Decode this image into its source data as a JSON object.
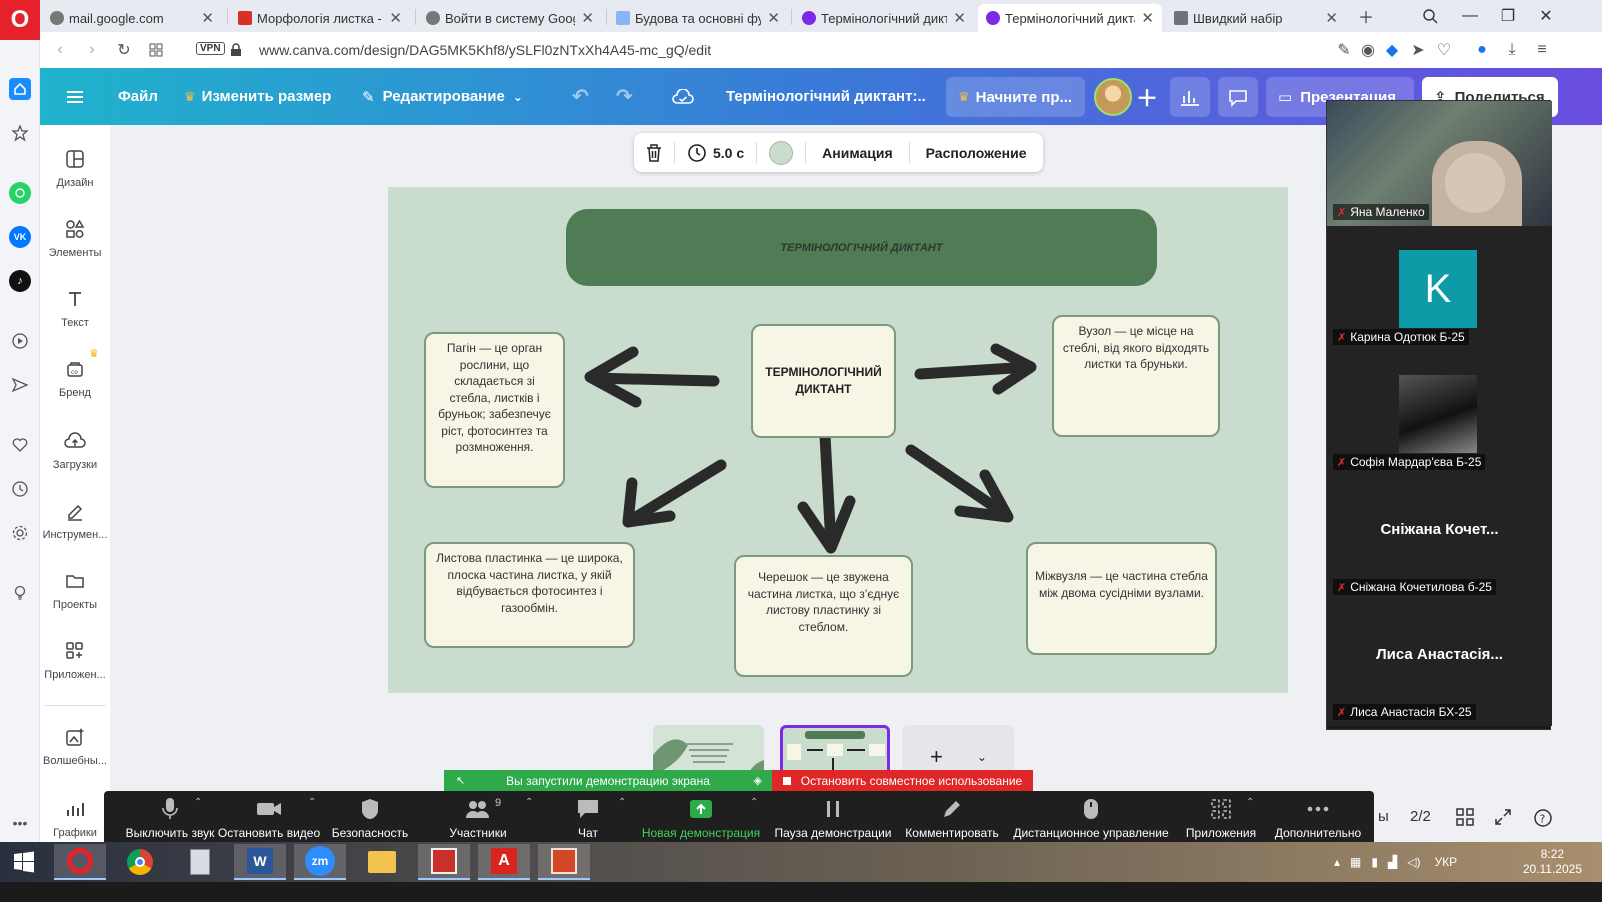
{
  "browser": {
    "tabs": [
      {
        "label": "mail.google.com",
        "favicon": "globe-icon"
      },
      {
        "label": "Морфологія листка - Me",
        "favicon": "gmail-icon"
      },
      {
        "label": "Войти в систему Google",
        "favicon": "globe-icon"
      },
      {
        "label": "Будова та основні функц",
        "favicon": "doc-icon"
      },
      {
        "label": "Термінологічний диктант",
        "favicon": "canva-icon"
      },
      {
        "label": "Термінологічний диктант",
        "favicon": "canva-icon"
      },
      {
        "label": "Швидкий набір",
        "favicon": "grid-icon"
      }
    ],
    "active_tab_index": 5,
    "url": "www.canva.com/design/DAG5MK5Khf8/ySLFl0zNTxXh4A45-mc_gQ/edit",
    "vpn_label": "VPN"
  },
  "canva": {
    "header": {
      "file": "Файл",
      "resize": "Изменить размер",
      "editing": "Редактирование",
      "doc_title": "Термінологічний диктант:...",
      "start_pro": "Начните пр...",
      "present": "Презентация",
      "share": "Поделиться"
    },
    "left_panel": [
      {
        "label": "Дизайн",
        "icon": "design-icon"
      },
      {
        "label": "Элементы",
        "icon": "elements-icon"
      },
      {
        "label": "Текст",
        "icon": "text-icon"
      },
      {
        "label": "Бренд",
        "icon": "brand-icon"
      },
      {
        "label": "Загрузки",
        "icon": "upload-icon"
      },
      {
        "label": "Инструмен...",
        "icon": "draw-icon"
      },
      {
        "label": "Проекты",
        "icon": "folder-icon"
      },
      {
        "label": "Приложен...",
        "icon": "apps-icon"
      },
      {
        "label": "Волшебны...",
        "icon": "magic-icon"
      },
      {
        "label": "Графики",
        "icon": "charts-icon"
      }
    ],
    "float_toolbar": {
      "duration": "5.0 с",
      "animation": "Анимация",
      "position": "Расположение"
    },
    "slide": {
      "title": "ТЕРМІНОЛОГІЧНИЙ ДИКТАНТ",
      "center": "ТЕРМІНОЛОГІЧНИЙ ДИКТАНТ",
      "cards": {
        "pagin": "Пагін — це орган рослини, що складається зі стебла, листків і бруньок; забезпечує ріст, фотосинтез та розмноження.",
        "vuzol": "Вузол — це місце на стеблі, від якого відходять листки та бруньки.",
        "lystova": "Листова пластинка — це широка, плоска частина листка, у якій відбувається фотосинтез і газообмін.",
        "chereshok": "Черешок — це звужена частина листка, що з’єднує листову пластинку зі стеблом.",
        "mizhvuzlia": "Міжвузля — це частина стебла між двома сусідніми вузлами."
      },
      "colors": {
        "background": "#c9dccd",
        "banner": "#4f7b55",
        "card": "#f6f5e6"
      }
    },
    "page_counter": "2/2",
    "thumb_add": "+",
    "bottom_left_label": "ы"
  },
  "zoom": {
    "participants": [
      {
        "name": "Яна Маленко",
        "type": "video"
      },
      {
        "name": "Карина Одотюк Б-25",
        "type": "avatar",
        "initial": "K"
      },
      {
        "name": "Софія Мардар'єва Б-25",
        "type": "image"
      },
      {
        "name": "Сніжана Кочетилова б-25",
        "type": "name",
        "big_name": "Сніжана  Кочет..."
      },
      {
        "name": "Лиса Анастасія БХ-25",
        "type": "name",
        "big_name": "Лиса  Анастасія..."
      }
    ],
    "share_banner": "Вы запустили демонстрацию экрана",
    "stop_share": "Остановить совместное использование",
    "toolbar": [
      {
        "label": "Выключить звук",
        "icon": "mic-icon"
      },
      {
        "label": "Остановить видео",
        "icon": "video-icon"
      },
      {
        "label": "Безопасность",
        "icon": "shield-icon"
      },
      {
        "label": "Участники",
        "icon": "participants-icon",
        "count": "9"
      },
      {
        "label": "Чат",
        "icon": "chat-icon"
      },
      {
        "label": "Новая демонстрация",
        "icon": "share-screen-icon"
      },
      {
        "label": "Пауза демонстрации",
        "icon": "pause-icon"
      },
      {
        "label": "Комментировать",
        "icon": "pen-icon"
      },
      {
        "label": "Дистанционное управление",
        "icon": "mouse-icon"
      },
      {
        "label": "Приложения",
        "icon": "apps-icon"
      },
      {
        "label": "Дополнительно",
        "icon": "more-icon"
      }
    ]
  },
  "taskbar": {
    "language": "УКР",
    "time": "8:22",
    "date": "20.11.2025"
  }
}
